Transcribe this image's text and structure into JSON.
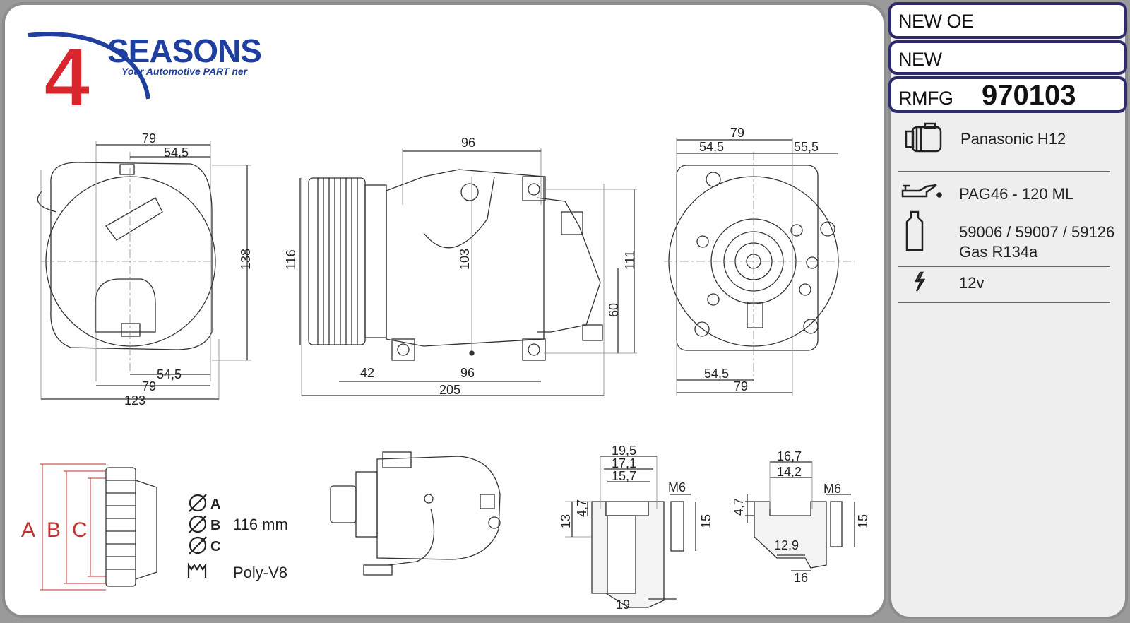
{
  "brand": {
    "logo_number": "4",
    "name": "SEASONS",
    "tagline": "Your Automotive PART ner"
  },
  "info_boxes": {
    "new_oe": "NEW OE",
    "new": "NEW",
    "rmfg_label": "RMFG",
    "part_number": "970103"
  },
  "specs": {
    "compressor_model": "Panasonic H12",
    "oil": "PAG46 - 120 ML",
    "oil_refs": "59006 / 59007 / 59126",
    "gas": "Gas R134a",
    "voltage": "12v"
  },
  "pulley": {
    "letter_a": "A",
    "letter_b": "B",
    "letter_c": "C",
    "diameter": "116 mm",
    "belt": "Poly-V8"
  },
  "dimensions": {
    "left_view": {
      "top_width": "79",
      "top_offset": "54,5",
      "height": "138",
      "bottom_offset": "54,5",
      "bottom_width": "79",
      "overall_width": "123"
    },
    "side_view": {
      "top_span": "96",
      "pulley_height": "116",
      "mount_height": "103",
      "right_height": "111",
      "lower_height": "60",
      "left_offset": "42",
      "bottom_span": "96",
      "overall_length": "205"
    },
    "right_view": {
      "top_width": "79",
      "left_offset": "54,5",
      "right_offset": "55,5",
      "bottom_offset": "54,5",
      "bottom_width": "79"
    },
    "section_1": {
      "w1": "19,5",
      "w2": "17,1",
      "w3": "15,7",
      "thread": "M6",
      "depth_total": "13",
      "depth_top": "4,7",
      "thread_depth": "15",
      "bottom": "19"
    },
    "section_2": {
      "w1": "16,7",
      "w2": "14,2",
      "thread": "M6",
      "depth_top": "4,7",
      "thread_depth": "15",
      "inner": "12,9",
      "bottom": "16"
    }
  },
  "colors": {
    "brand_blue": "#1f3fa0",
    "brand_red": "#d7262d",
    "box_border": "#2e2a6e",
    "panel_border": "#8c8c8c"
  },
  "icons": [
    "compressor-icon",
    "oil-can-icon",
    "oil-bottle-icon",
    "lightning-icon",
    "diameter-icon",
    "poly-v-belt-icon"
  ]
}
